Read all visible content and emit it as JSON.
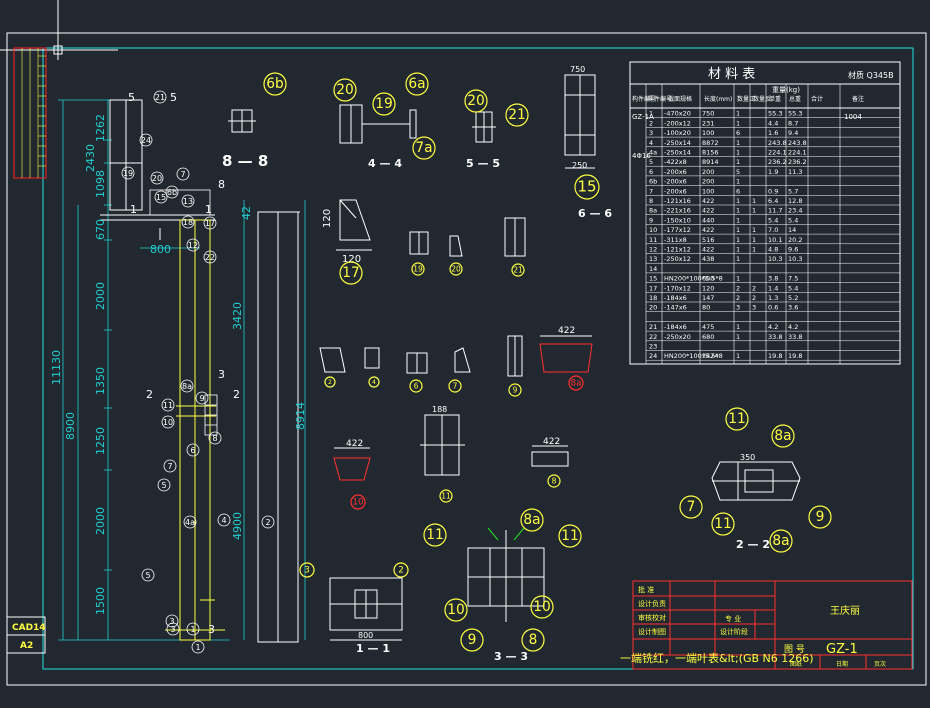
{
  "colors": {
    "background": "#212830",
    "frame": "#ffffff",
    "inner_frame": "#20e0e0",
    "dim": "#20d0d0",
    "detail": "#ffffff",
    "column": "#ffff40",
    "label": "#ffff40",
    "callout": "#60ff60",
    "highlight": "#ff3030",
    "strip": "#ff2020"
  },
  "title_block": {
    "company": "王庆丽",
    "drawing_no_label": "图 号",
    "drawing_no": "GZ-1",
    "rows": [
      "批 准",
      "设计负责",
      "审核校对",
      "设计制图"
    ],
    "mid_rows": [
      "专 业",
      "设计阶段"
    ],
    "bottom_cells": [
      "图纸",
      "日期",
      "页次"
    ]
  },
  "side_tags": {
    "top": "CAD14",
    "bottom": "A2"
  },
  "note": "一端铣红，一端叶表&lt;(GB N6 1266)",
  "material_table": {
    "title": "材  料  表",
    "grade": "材质 Q345B",
    "headers": [
      "构件编号",
      "零件编号",
      "截面规格",
      "长度(mm)",
      "数量正",
      "数量反",
      "单重",
      "总重",
      "合计",
      "备注"
    ],
    "weight_header": "重量(kg)",
    "group_ids": [
      "GZ-1A",
      "4Φ16"
    ],
    "total": "1004",
    "rows": [
      [
        "1",
        "-470x20",
        "750",
        "1",
        "",
        "55.3",
        "55.3"
      ],
      [
        "2",
        "-200x12",
        "231",
        "1",
        "",
        "4.4",
        "8.7"
      ],
      [
        "3",
        "-100x20",
        "100",
        "6",
        "",
        "1.6",
        "9.4"
      ],
      [
        "4",
        "-250x14",
        "8872",
        "1",
        "",
        "243.8",
        "243.8"
      ],
      [
        "4a",
        "-250x14",
        "8156",
        "1",
        "",
        "224.1",
        "224.1"
      ],
      [
        "5",
        "-422x8",
        "8914",
        "1",
        "",
        "236.2",
        "236.2"
      ],
      [
        "6",
        "-200x6",
        "200",
        "5",
        "",
        "1.9",
        "11.3"
      ],
      [
        "6b",
        "-200x6",
        "200",
        "1",
        "",
        "",
        ""
      ],
      [
        "7",
        "-200x6",
        "100",
        "6",
        "",
        "0.9",
        "5.7"
      ],
      [
        "8",
        "-121x16",
        "422",
        "1",
        "1",
        "6.4",
        "12.8"
      ],
      [
        "8a",
        "-221x16",
        "422",
        "1",
        "1",
        "11.7",
        "23.4"
      ],
      [
        "9",
        "-150x10",
        "440",
        "1",
        "",
        "5.4",
        "5.4"
      ],
      [
        "10",
        "-177x12",
        "422",
        "1",
        "1",
        "7.0",
        "14"
      ],
      [
        "11",
        "-311x8",
        "516",
        "1",
        "1",
        "10.1",
        "20.2"
      ],
      [
        "12",
        "-121x12",
        "422",
        "1",
        "1",
        "4.8",
        "9.6"
      ],
      [
        "13",
        "-250x12",
        "438",
        "1",
        "",
        "10.3",
        "10.3"
      ],
      [
        "14",
        "",
        "",
        "",
        "",
        "",
        ""
      ],
      [
        "15",
        "HN200*100*5.5*8",
        "600",
        "1",
        "",
        "3.8",
        "7.5"
      ],
      [
        "17",
        "-170x12",
        "120",
        "2",
        "2",
        "1.4",
        "5.4"
      ],
      [
        "18",
        "-184x6",
        "147",
        "2",
        "2",
        "1.3",
        "5.2"
      ],
      [
        "20",
        "-147x6",
        "80",
        "3",
        "3",
        "0.6",
        "3.6"
      ],
      [
        "",
        "",
        "",
        "",
        "",
        "",
        ""
      ],
      [
        "21",
        "-184x6",
        "475",
        "1",
        "",
        "4.2",
        "4.2"
      ],
      [
        "22",
        "-250x20",
        "680",
        "1",
        "",
        "33.8",
        "33.8"
      ],
      [
        "23",
        "",
        "",
        "",
        "",
        "",
        ""
      ],
      [
        "24",
        "HN200*100*5.5*8",
        "2424",
        "1",
        "",
        "19.8",
        "19.8"
      ]
    ]
  },
  "elevation": {
    "dims_left": [
      "1262",
      "2430",
      "1098",
      "670",
      "2000",
      "1350",
      "1250",
      "2000",
      "1500"
    ],
    "dims_outer": [
      "11130",
      "8900"
    ],
    "dims_right": [
      "3420",
      "4900",
      "8914"
    ],
    "dim_800": "800",
    "top_42": "42",
    "section_marks": [
      "5",
      "5",
      "1",
      "1",
      "2",
      "2",
      "3",
      "3",
      "8"
    ],
    "parts": [
      "21",
      "24",
      "19",
      "20",
      "6b",
      "15",
      "13",
      "7",
      "17",
      "18",
      "12",
      "22",
      "1",
      "3",
      "10",
      "11",
      "8",
      "6",
      "7",
      "5",
      "4a",
      "4",
      "5",
      "2",
      "1",
      "3",
      "9",
      "8a"
    ]
  },
  "views": {
    "v88": "8 — 8",
    "v44": "4 — 4",
    "v55": "5 — 5",
    "v66": "6 — 6",
    "v11": "1 — 1",
    "v22": "2 — 2",
    "v33": "3 — 3",
    "circles": {
      "b6": "6b",
      "c20a": "20",
      "c19a": "19",
      "c6a": "6a",
      "c7a": "7a",
      "c20b": "20",
      "c21b": "21",
      "c15": "15",
      "c17": "17",
      "c19s": "19",
      "c20s": "20",
      "c21s": "21",
      "c2": "2",
      "c4": "4",
      "c6": "6",
      "c7": "7",
      "c9": "9",
      "c8a": "8a",
      "c10": "10",
      "c11": "11",
      "c8": "8",
      "c11a": "11",
      "c8aa": "8a",
      "c7b": "7",
      "c9b": "9",
      "c11b": "11",
      "c8ab": "8a",
      "c3": "3",
      "c2b": "2",
      "s11a": "11",
      "s8a": "8a",
      "s11b": "11",
      "s10a": "10",
      "s10b": "10",
      "s9": "9",
      "s8": "8"
    },
    "dims": {
      "d120": "120",
      "d120b": "120",
      "d422a": "422",
      "d422b": "422",
      "d422c": "422",
      "d188": "188",
      "d800": "800",
      "d350": "350",
      "d750": "750",
      "d250": "250"
    }
  }
}
